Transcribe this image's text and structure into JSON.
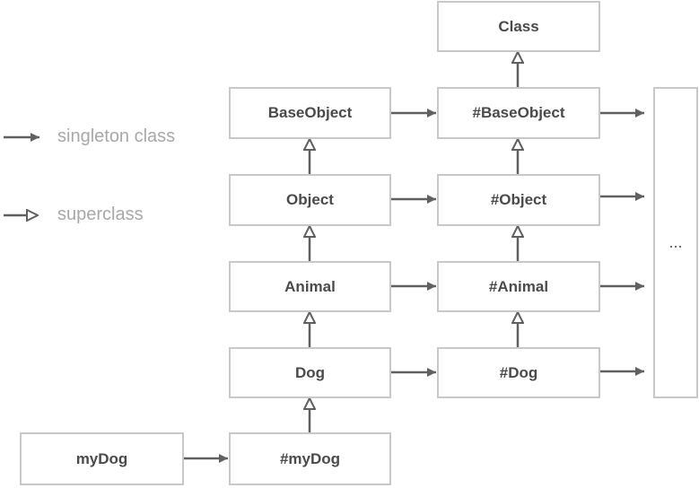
{
  "legend": {
    "singleton_label": "singleton class",
    "superclass_label": "superclass"
  },
  "nodes": {
    "class": "Class",
    "base_object": "BaseObject",
    "base_object_singleton": "#BaseObject",
    "object": "Object",
    "object_singleton": "#Object",
    "animal": "Animal",
    "animal_singleton": "#Animal",
    "dog": "Dog",
    "dog_singleton": "#Dog",
    "my_dog": "myDog",
    "my_dog_singleton": "#myDog",
    "ellipsis": "..."
  },
  "colors": {
    "arrow": "#606060",
    "box_border": "#c8c8c8",
    "box_text": "#4a4a4a",
    "legend_text": "#a8a8a8"
  }
}
